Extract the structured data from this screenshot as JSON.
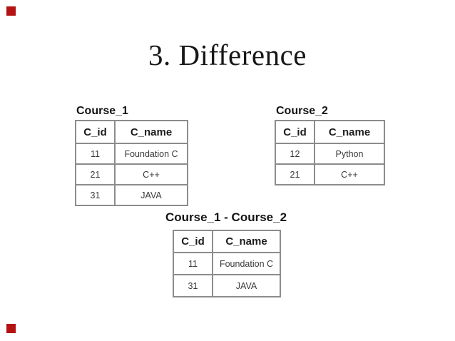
{
  "slide": {
    "title": "3. Difference",
    "background": "#ffffff"
  },
  "decorations": {
    "top_left_marker": "red-square",
    "bottom_left_marker": "red-square",
    "marker_color": "#b31312"
  },
  "colors": {
    "border": "#8c8c8c",
    "title_text": "#171717",
    "label_text": "#141414",
    "header_text": "#1c1c1c",
    "data_text": "#3a3a3a"
  },
  "tables": [
    {
      "id": "course1",
      "label": "Course_1",
      "columns": [
        "C_id",
        "C_name"
      ],
      "rows": [
        [
          "11",
          "Foundation C"
        ],
        [
          "21",
          "C++"
        ],
        [
          "31",
          "JAVA"
        ]
      ]
    },
    {
      "id": "course2",
      "label": "Course_2",
      "columns": [
        "C_id",
        "C_name"
      ],
      "rows": [
        [
          "12",
          "Python"
        ],
        [
          "21",
          "C++"
        ]
      ]
    },
    {
      "id": "difference",
      "label": "Course_1 - Course_2",
      "columns": [
        "C_id",
        "C_name"
      ],
      "rows": [
        [
          "11",
          "Foundation C"
        ],
        [
          "31",
          "JAVA"
        ]
      ]
    }
  ]
}
